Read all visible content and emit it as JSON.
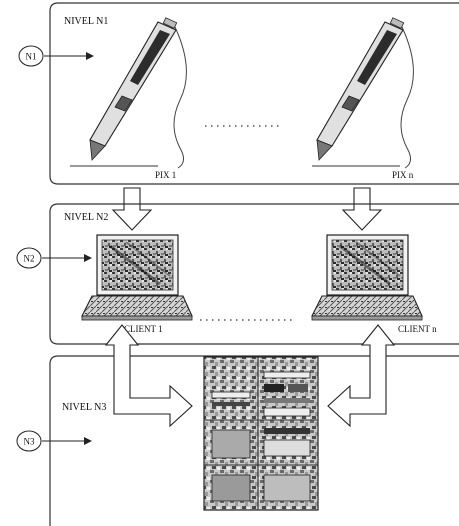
{
  "levels": [
    {
      "id": "N1",
      "label": "NIVEL N1"
    },
    {
      "id": "N2",
      "label": "NIVEL N2"
    },
    {
      "id": "N3",
      "label": "NIVEL N3"
    }
  ],
  "level1": {
    "left_device_label": "PIX 1",
    "right_device_label": "PIX n"
  },
  "level2": {
    "left_device_label": "CLIENT 1",
    "right_device_label": "CLIENT n"
  }
}
